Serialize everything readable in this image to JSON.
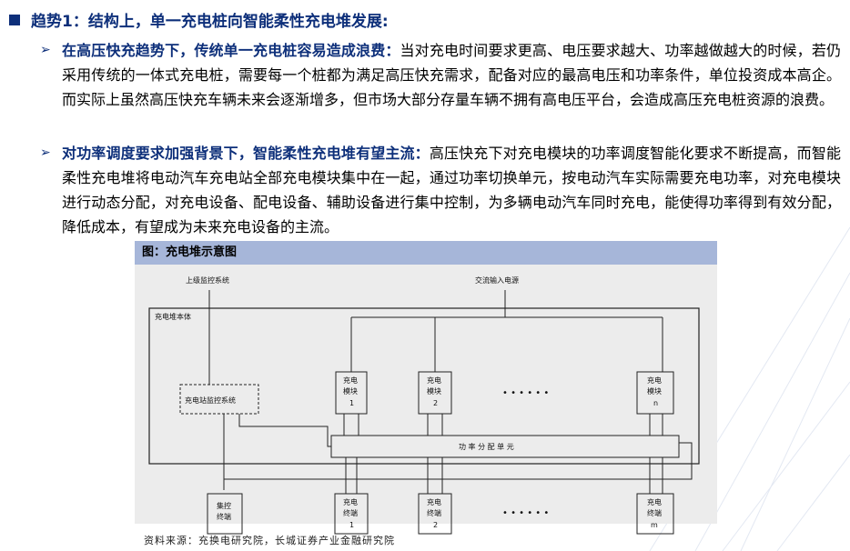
{
  "section": {
    "title": "趋势1：结构上，单一充电桩向智能柔性充电堆发展:"
  },
  "bullets": [
    {
      "lead": "在高压快充趋势下，传统单一充电桩容易造成浪费：",
      "body": "当对充电时间要求更高、电压要求越大、功率越做越大的时候，若仍采用传统的一体式充电桩，需要每一个桩都为满足高压快充需求，配备对应的最高电压和功率条件，单位投资成本高企。而实际上虽然高压快充车辆未来会逐渐增多，但市场大部分存量车辆不拥有高电压平台，会造成高压充电桩资源的浪费。"
    },
    {
      "lead": "对功率调度要求加强背景下，智能柔性充电堆有望主流：",
      "body": "高压快充下对充电模块的功率调度智能化要求不断提高，而智能柔性充电堆将电动汽车充电站全部充电模块集中在一起，通过功率切换单元，按电动汽车实际需要充电功率，对充电模块进行动态分配，对充电设备、配电设备、辅助设备进行集中控制，为多辆电动汽车同时充电，能使得功率得到有效分配，降低成本，有望成为未来充电设备的主流。"
    }
  ],
  "figure": {
    "title": "图：充电堆示意图",
    "labels": {
      "upper_monitor": "上级监控系统",
      "ac_input": "交流输入电源",
      "pile_body": "充电堆本体",
      "station_monitor": "充电站监控系统",
      "power_unit": "功 率 分 配 单 元",
      "dots": "• • • • • •"
    },
    "modules": [
      {
        "line1": "充电",
        "line2": "模块",
        "num": "1"
      },
      {
        "line1": "充电",
        "line2": "模块",
        "num": "2"
      },
      {
        "line1": "充电",
        "line2": "模块",
        "num": "n"
      }
    ],
    "terminals": [
      {
        "line1": "集控",
        "line2": "终端",
        "num": ""
      },
      {
        "line1": "充电",
        "line2": "终端",
        "num": "1"
      },
      {
        "line1": "充电",
        "line2": "终端",
        "num": "2"
      },
      {
        "line1": "充电",
        "line2": "终端",
        "num": "m"
      }
    ]
  },
  "source": "资料来源：充换电研究院，长城证券产业金融研究院",
  "colors": {
    "heading": "#0d2f7a",
    "figure_bar": "#a6b6d9",
    "figure_bg": "#ececec"
  }
}
